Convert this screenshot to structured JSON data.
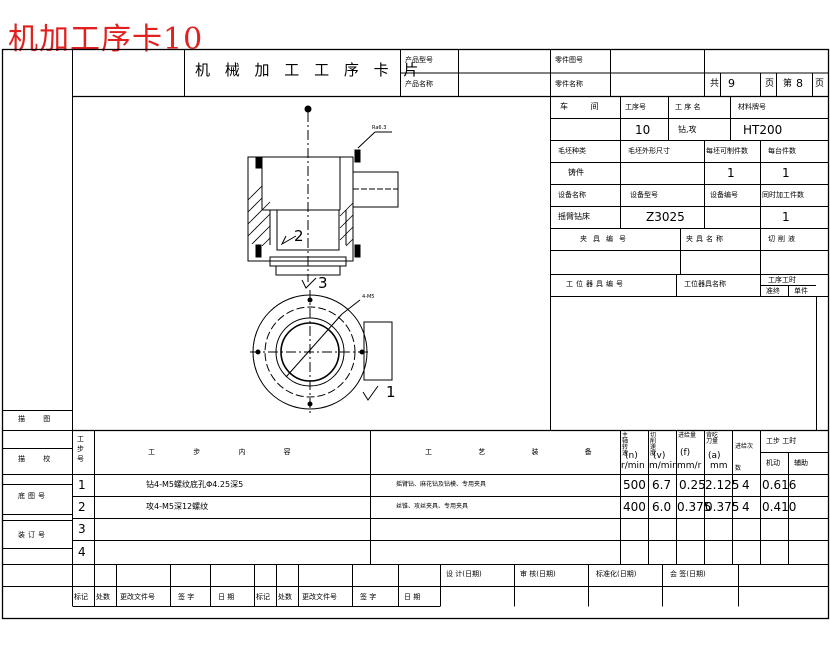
{
  "page_title": "机加工序卡10",
  "header": {
    "card_title": "机 械 加 工 工 序 卡 片",
    "product_model_label": "产品型号",
    "product_model_value": "",
    "product_name_label": "产品名称",
    "product_name_value": "",
    "part_drawing_label": "零件图号",
    "part_drawing_value": "",
    "part_name_label": "零件名称",
    "part_name_value": "",
    "total_label": "共",
    "total_pages": "9",
    "page_unit": "页",
    "current_label": "第",
    "current_page": "8",
    "current_unit": "页"
  },
  "process_info": {
    "workshop_label": "车 间",
    "op_no_label": "工序号",
    "op_name_label": "工 序 名",
    "material_label": "材料牌号",
    "workshop_value": "",
    "op_no_value": "10",
    "op_name_value": "钻,攻",
    "material_value": "HT200",
    "blank_type_label": "毛坯种类",
    "blank_size_label": "毛坯外形尺寸",
    "parts_per_blank_label": "每坯可制件数",
    "parts_per_unit_label": "每台件数",
    "blank_type_value": "铸件",
    "blank_size_value": "",
    "parts_per_blank_value": "1",
    "parts_per_unit_value": "1",
    "equipment_name_label": "设备名称",
    "equipment_model_label": "设备型号",
    "equipment_no_label": "设备编号",
    "simultaneous_label": "同时加工件数",
    "equipment_name_value": "摇臂钻床",
    "equipment_model_value": "Z3025",
    "equipment_no_value": "",
    "simultaneous_value": "1",
    "fixture_no_label": "夹具编号",
    "fixture_name_label": "夹具名称",
    "coolant_label": "切削液",
    "fixture_no_value": "",
    "fixture_name_value": "",
    "coolant_value": "",
    "station_tool_no_label": "工位器具编号",
    "station_tool_name_label": "工位器具名称",
    "time_label": "工序工时",
    "time_quota_label": "准终",
    "time_unit_label": "单件"
  },
  "drawing": {
    "roughness_label": "Ra6.3",
    "ann_2": "2",
    "ann_3": "3",
    "ann_1": "1",
    "thread_note": "4-M5"
  },
  "left_column": {
    "label_1": "描 图",
    "label_2": "描 校",
    "label_3": "底图号",
    "label_4": "装订号"
  },
  "steps_table": {
    "col_no": "工步号",
    "col_content": "工 步 内 容",
    "col_equipment": "工 艺 装 备",
    "col_speed_label": "主轴转速",
    "col_speed_unit": "r/min",
    "col_speed_sym": "(n)",
    "col_cut_label": "切削速度",
    "col_cut_unit": "m/min",
    "col_cut_sym": "(v)",
    "col_feed_label": "进给量",
    "col_feed_unit": "mm/r",
    "col_feed_sym": "(f)",
    "col_depth_label": "背吃刀量",
    "col_depth_unit": "mm",
    "col_depth_sym": "(a)",
    "col_passes": "进给次数",
    "col_time": "工步 工时",
    "col_time_machine": "机动",
    "col_time_aux": "辅助",
    "rows": [
      {
        "no": "1",
        "content": "钻4-M5螺纹底孔Φ4.25深5",
        "equipment": "摇臂钻、麻花钻及钻模、专用夹具",
        "n": "500",
        "v": "6.7",
        "f": "0.25",
        "a": "2.125",
        "passes": "4",
        "tm": "0.616",
        "ta": ""
      },
      {
        "no": "2",
        "content": "攻4-M5深12螺纹",
        "equipment": "丝锥、攻丝夹具、专用夹具",
        "n": "400",
        "v": "6.0",
        "f": "0.375",
        "a": "0.375",
        "passes": "4",
        "tm": "0.410",
        "ta": ""
      },
      {
        "no": "3",
        "content": "",
        "equipment": "",
        "n": "",
        "v": "",
        "f": "",
        "a": "",
        "passes": "",
        "tm": "",
        "ta": ""
      },
      {
        "no": "4",
        "content": "",
        "equipment": "",
        "n": "",
        "v": "",
        "f": "",
        "a": "",
        "passes": "",
        "tm": "",
        "ta": ""
      }
    ]
  },
  "signoff": {
    "design_label": "设 计(日期)",
    "review_label": "审 核(日期)",
    "standard_label": "标准化(日期)",
    "countersign_label": "会 签(日期)",
    "mark_label": "标记",
    "count_label": "处数",
    "change_doc_label": "更改文件号",
    "sign_label": "签 字",
    "date_label": "日 期",
    "mark2_label": "标记",
    "count2_label": "处数",
    "change_doc2_label": "更改文件号",
    "sign2_label": "签 字",
    "date2_label": "日 期"
  }
}
